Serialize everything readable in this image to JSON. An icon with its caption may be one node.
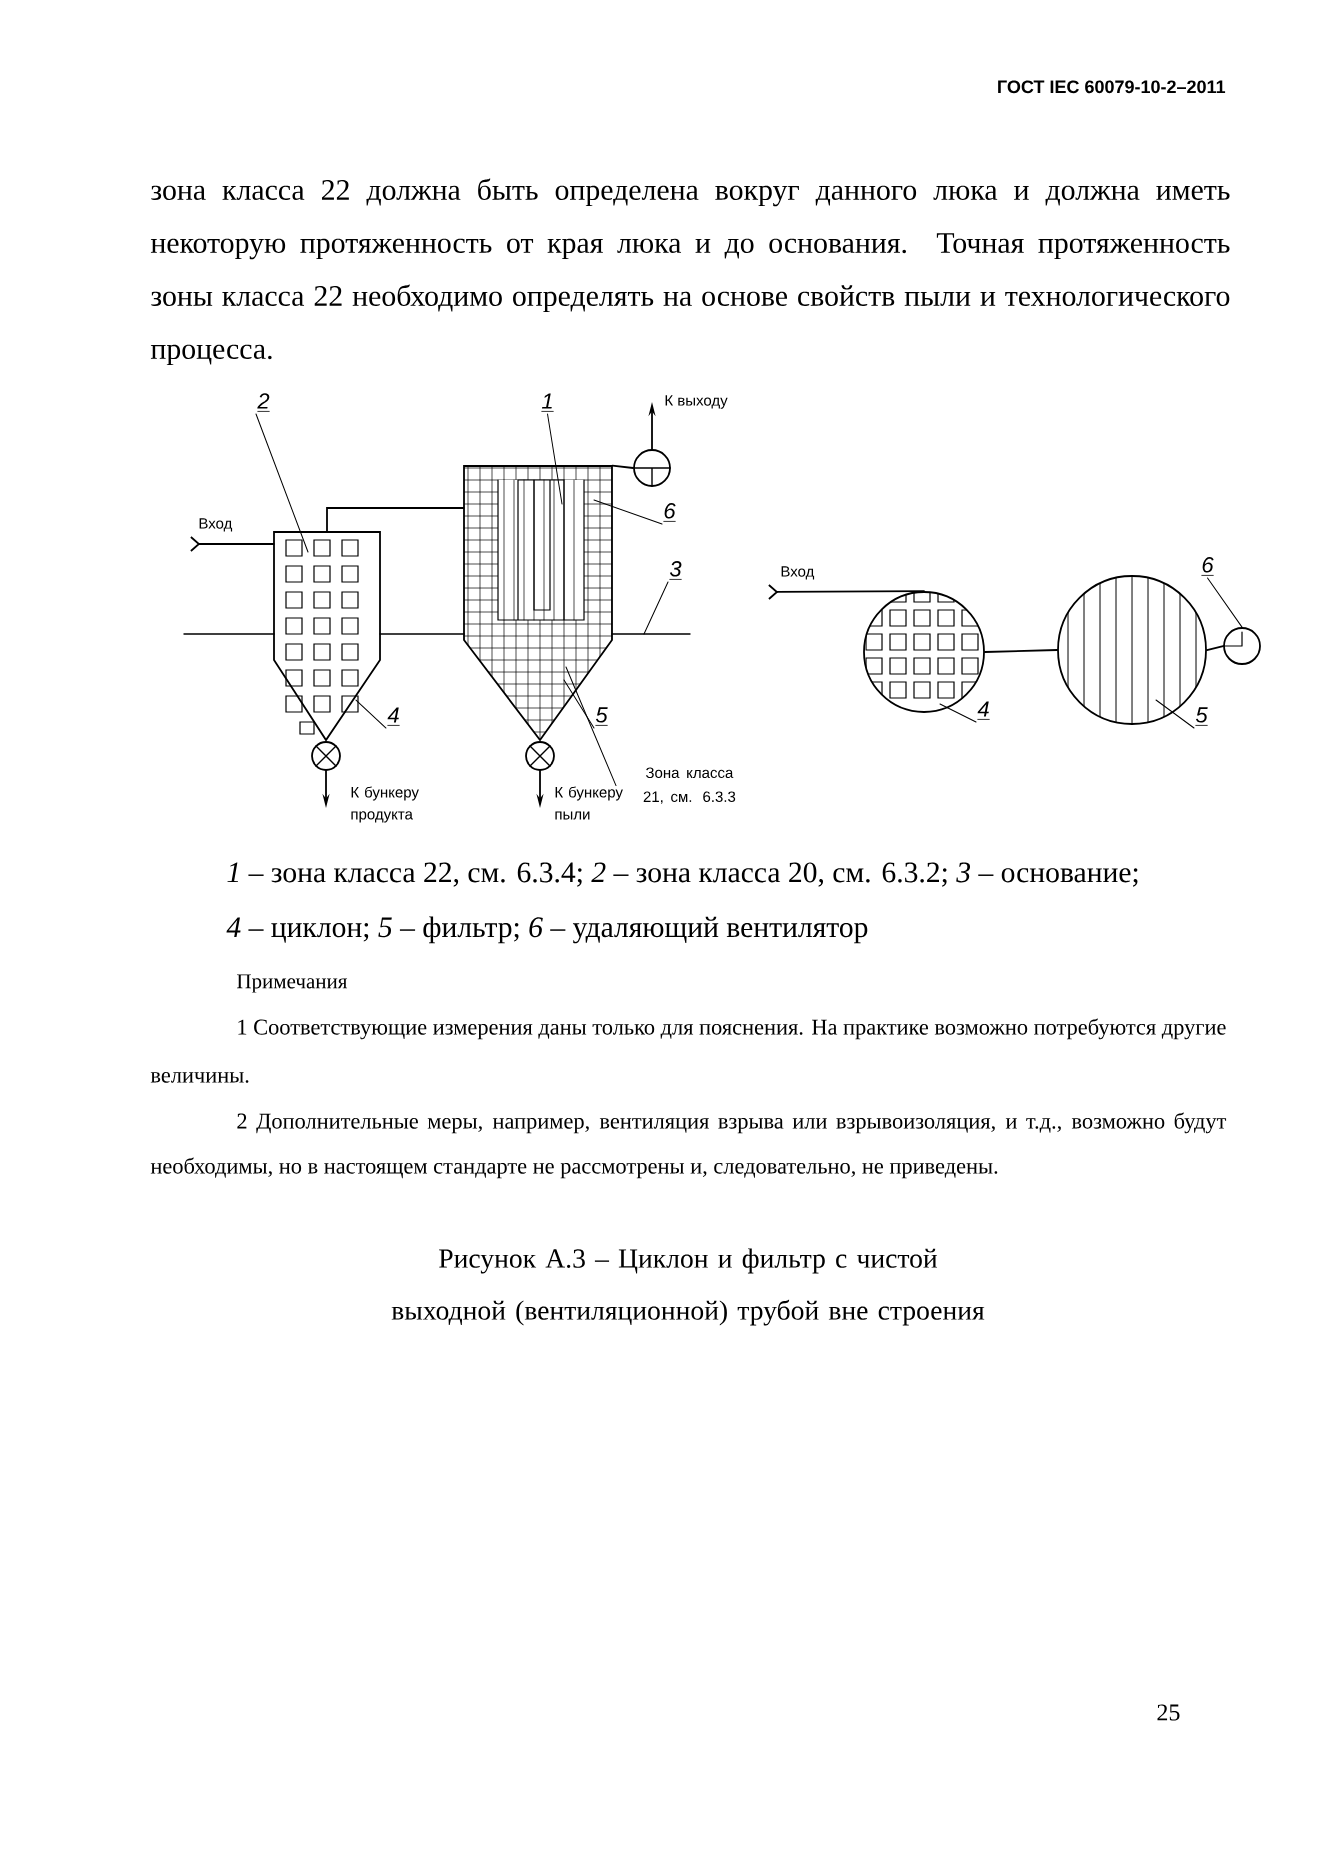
{
  "diagram": {
    "caption": "Рисунок А.3 – Циклон и фильтр с чистой выходной (вентиляционной) трубой вне строения",
    "nodes": [
      {
        "text": [
          "2"
        ]
      },
      {
        "text": [
          "1"
        ]
      },
      {
        "text": [
          "6"
        ]
      },
      {
        "text": [
          "3"
        ]
      },
      {
        "text": [
          "4"
        ]
      },
      {
        "text": [
          "5"
        ]
      },
      {
        "text": [
          "Зона класса 21, см. 6.3.3"
        ]
      },
      {
        "text": [
          "4"
        ]
      },
      {
        "text": [
          "5"
        ]
      },
      {
        "text": [
          "6"
        ]
      },
      {
        "text": [],
        "shape": "cyclone"
      },
      {
        "text": [],
        "shape": "filter"
      },
      {
        "text": [],
        "shape": "fan"
      },
      {
        "text": [],
        "shape": "valve"
      },
      {
        "text": [],
        "shape": "valve"
      },
      {
        "text": [],
        "shape": "squares-circle"
      },
      {
        "text": [],
        "shape": "lined-circle"
      },
      {
        "text": [],
        "shape": "circle"
      },
      {
        "text": [],
        "shape": "line"
      }
    ],
    "edges": [
      {
        "from": 0,
        "to": 10,
        "arrow": "none"
      },
      {
        "from": 1,
        "to": 11,
        "arrow": "none"
      },
      {
        "from": 2,
        "to": 11,
        "arrow": "none"
      },
      {
        "from": 3,
        "to": 18,
        "arrow": "none"
      },
      {
        "from": 4,
        "to": 10,
        "arrow": "none"
      },
      {
        "from": 5,
        "to": 11,
        "arrow": "none"
      },
      {
        "from": 6,
        "to": 11,
        "arrow": "none"
      },
      {
        "from": 7,
        "to": 15,
        "arrow": "none"
      },
      {
        "from": 8,
        "to": 16,
        "arrow": "none"
      },
      {
        "from": 9,
        "to": 17,
        "arrow": "none"
      },
      {
        "from": null,
        "to": 10,
        "arrow": "other",
        "label": "Вход"
      },
      {
        "from": 10,
        "to": 11,
        "arrow": "none"
      },
      {
        "from": 11,
        "to": 12,
        "arrow": "none"
      },
      {
        "from": 12,
        "to": null,
        "arrow": "to",
        "label": "К выходу"
      },
      {
        "from": 13,
        "to": null,
        "arrow": "to",
        "label": "К бункеру продукта"
      },
      {
        "from": 14,
        "to": null,
        "arrow": "to",
        "label": "К бункеру пыли"
      },
      {
        "from": null,
        "to": 15,
        "arrow": "other",
        "label": "Вход"
      },
      {
        "from": 15,
        "to": 16,
        "arrow": "none"
      },
      {
        "from": 16,
        "to": 17,
        "arrow": "none"
      }
    ],
    "labels": [
      "ГОСТ IEC 60079-10-2–2011",
      "зона класса 22 должна быть определена вокруг данного люка и должна иметь некоторую протяженность от края люка и до основания. Точная протяженность зоны класса 22 необходимо определять на основе свойств пыли и технологического процесса.",
      "*1* – зона класса 22, см. 6.3.4; *2* – зона класса 20, см. 6.3.2; *3* – основание;",
      "*4* – циклон; *5* – фильтр; *6* – удаляющий вентилятор",
      "Примечания",
      "1 Соответствующие измерения даны только для пояснения. На практике возможно потребуются другие величины.",
      "2 Дополнительные меры, например, вентиляция взрыва или взрывоизоляция, и т.д., возможно будут необходимы, но в настоящем стандарте не рассмотрены и, следовательно, не приведены.",
      "25"
    ]
  }
}
